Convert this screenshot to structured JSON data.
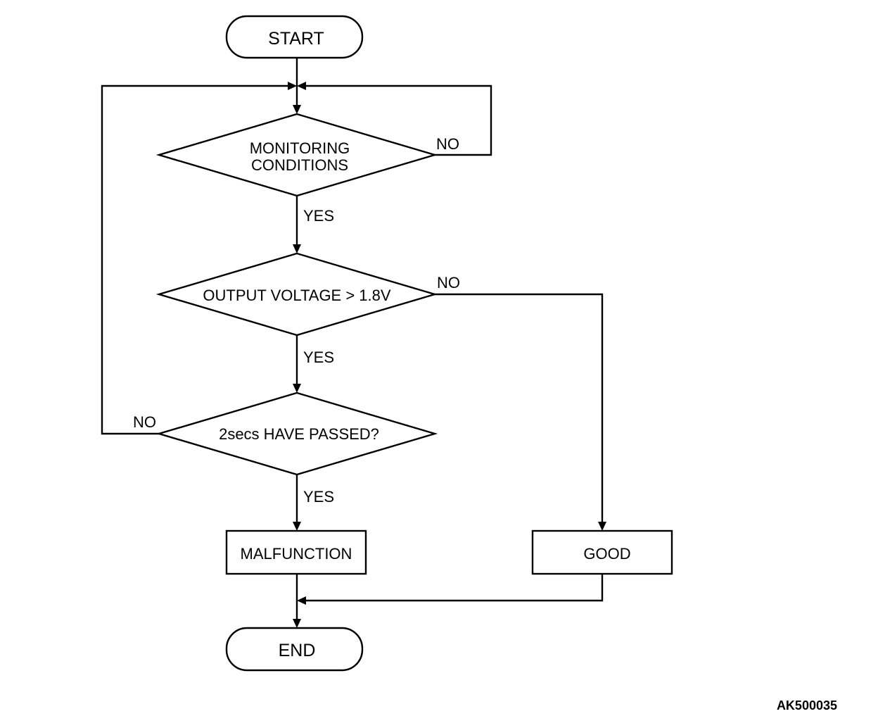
{
  "nodes": {
    "start": "START",
    "monitoring_line1": "MONITORING",
    "monitoring_line2": "CONDITIONS",
    "output_voltage": "OUTPUT VOLTAGE > 1.8V",
    "time_check": "2secs HAVE PASSED?",
    "malfunction": "MALFUNCTION",
    "good": "GOOD",
    "end": "END"
  },
  "labels": {
    "monitoring_no": "NO",
    "monitoring_yes": "YES",
    "voltage_no": "NO",
    "voltage_yes": "YES",
    "time_no": "NO",
    "time_yes": "YES"
  },
  "figure_code": "AK500035"
}
